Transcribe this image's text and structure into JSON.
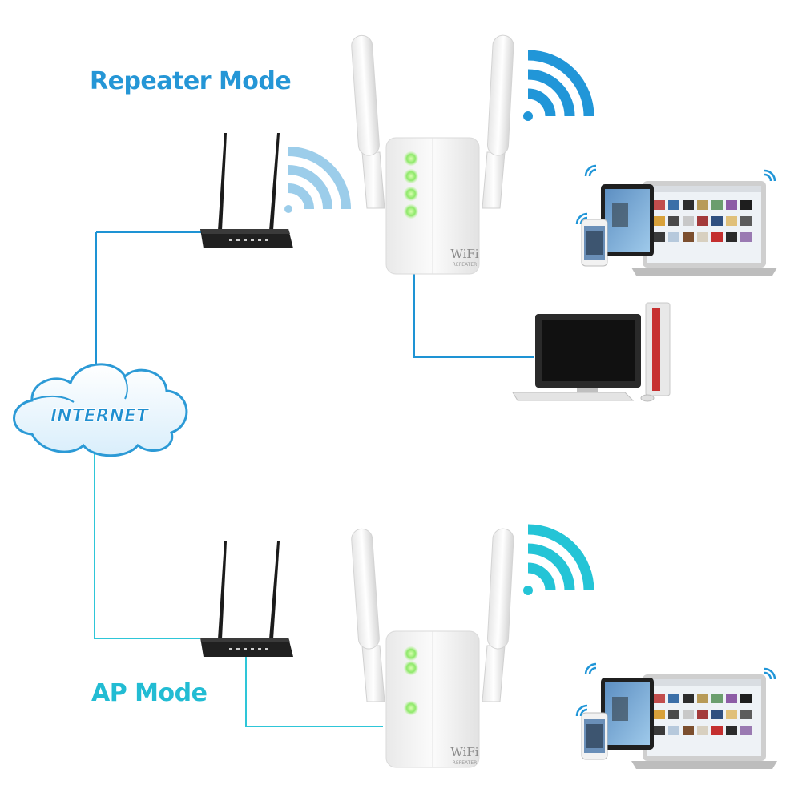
{
  "repeater_section": {
    "title": "Repeater Mode",
    "title_color": "#2596d6",
    "link_color": "#1e93d4",
    "signal_color": "#2196d8"
  },
  "ap_section": {
    "title": "AP Mode",
    "title_color": "#22bcd3",
    "link_color": "#2ec6d8",
    "signal_color": "#24c4d6"
  },
  "internet": {
    "label": "INTERNET"
  },
  "repeater_device": {
    "brand": "WiFi",
    "model": "REPEATER"
  },
  "icons": [
    "router-icon",
    "repeater-icon",
    "cloud-icon",
    "wifi-signal-icon",
    "laptop-icon",
    "tablet-icon",
    "phone-icon",
    "desktop-pc-icon"
  ]
}
